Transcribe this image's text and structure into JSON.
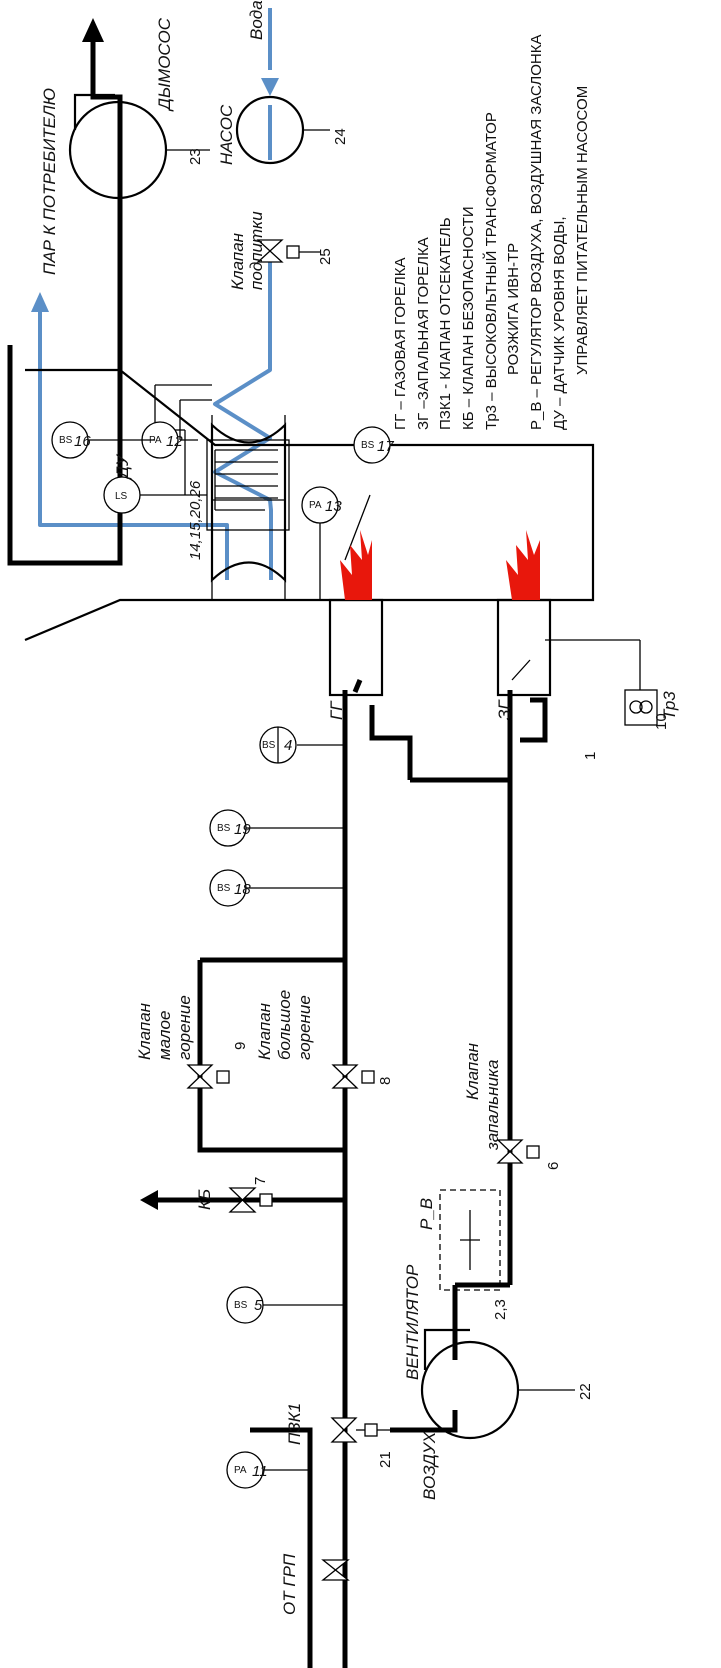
{
  "labels": {
    "steam_to_consumer": "ПАР К ПОТРЕБИТЕЛЮ",
    "smoke_exhauster": "ДЫМОСОС",
    "water": "Вода",
    "pump": "НАСОС",
    "makeup_valve_1": "Клапан",
    "makeup_valve_2": "подпитки",
    "gas_burner": "ГГ",
    "pilot_burner": "ЗГ",
    "level_sensor": "ДУ",
    "low_valve_1": "Клапан",
    "low_valve_2": "малое",
    "low_valve_3": "горение",
    "high_valve_1": "Клапан",
    "high_valve_2": "большое",
    "high_valve_3": "горение",
    "pilot_valve_1": "Клапан",
    "pilot_valve_2": "запальника",
    "safety_valve": "КБ",
    "air_regulator": "Р_В",
    "fan": "ВЕНТИЛЯТОР",
    "air": "ВОЗДУХ",
    "cutoff": "ПЗК1",
    "from_grp": "ОТ ГРП",
    "transformer": "Тр3"
  },
  "numbers": {
    "n1": "1",
    "n6": "6",
    "n7": "7",
    "n8": "8",
    "n9": "9",
    "n10": "10",
    "n21": "21",
    "n22": "22",
    "n23": "23",
    "n24": "24",
    "n25": "25",
    "n23_sensor": "2,3",
    "n14": "14,15,20,26"
  },
  "instruments": {
    "i4": {
      "top": "BS",
      "num": "4"
    },
    "i5": {
      "top": "BS",
      "num": "5"
    },
    "i11": {
      "top": "PA",
      "num": "11"
    },
    "i12": {
      "top": "PA",
      "num": "12"
    },
    "i13": {
      "top": "PA",
      "num": "13"
    },
    "i16": {
      "top": "BS",
      "num": "16"
    },
    "i17": {
      "top": "BS",
      "num": "17"
    },
    "i18": {
      "top": "BS",
      "num": "18"
    },
    "i19": {
      "top": "BS",
      "num": "19"
    },
    "iLS": {
      "top": "LS",
      "num": ""
    }
  },
  "legend": [
    "ГГ – ГАЗОВАЯ ГОРЕЛКА",
    "ЗГ –ЗАПАЛЬНАЯ ГОРЕЛКА",
    "ПЗК1 -  КЛАПАН ОТСЕКАТЕЛЬ",
    "КБ – КЛАПАН БЕЗОПАСНОСТИ",
    "Тр3 – ВЫСОКОВЛЬТНЫЙ ТРАНСФОРМАТОР",
    "РОЗЖИГА ИВН-ТР",
    "Р_В – РЕГУЛЯТОР ВОЗДУХА, ВОЗДУШНАЯ ЗАСЛОНКА",
    "ДУ – ДАТЧИК УРОВНЯ ВОДЫ,",
    "УПРАВЛЯЕТ ПИТАТЕЛЬНЫМ НАСОСОМ"
  ],
  "colors": {
    "steam_line": "#5b8fc7",
    "flame": "#e8170c",
    "gas_line": "#000000"
  }
}
